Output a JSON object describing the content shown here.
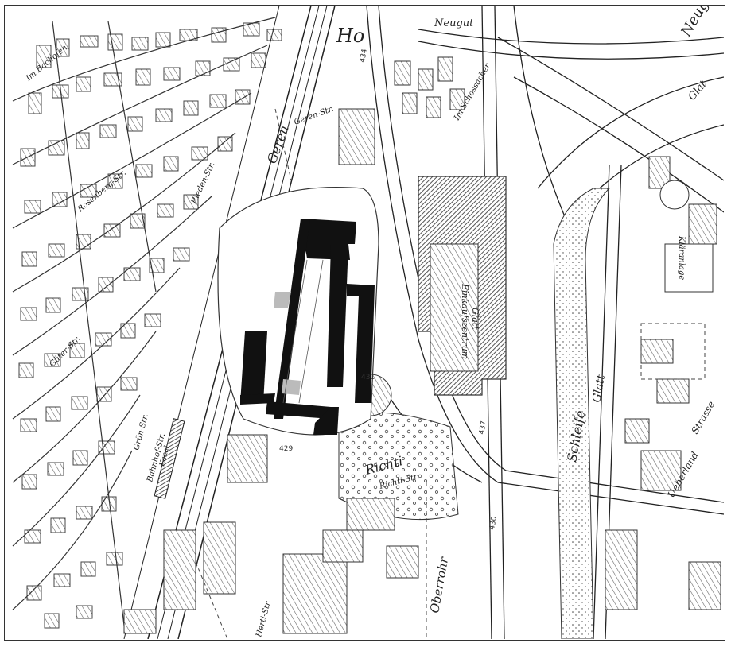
{
  "map": {
    "labels": {
      "ho": "Ho",
      "neugut": "Neugut",
      "neug": "Neug",
      "glat": "Glat",
      "geren": "Geren",
      "geren_str": "Geren-Str.",
      "im_schossacher": "Im Schossacher",
      "im_bachofen": "Im Bachofen",
      "einkaufszentrum": "Einkaufszentrum",
      "glatt": "Glatt",
      "klaeranlage": "Kläranlage",
      "schleife": "Schleife",
      "glatt_river": "Glatt",
      "richti": "Richti",
      "richti_str": "Richti-Str.",
      "oberrohr": "Oberrohr",
      "ueberland": "Ueberland",
      "strasse": "Strasse",
      "bahnhof_str": "Bahnhof-Str.",
      "rosenberg_str": "Rosenberg-Str.",
      "guter_str": "Güter-Str.",
      "rieden_str": "Rieden-Str.",
      "hertiweg": "Herti-Str.",
      "gruen_str": "Grün-Str.",
      "kanal": "Kanal"
    },
    "elevations": {
      "e434": "434",
      "e437": "437",
      "e429": "429",
      "e430": "430",
      "e431": "431"
    }
  }
}
